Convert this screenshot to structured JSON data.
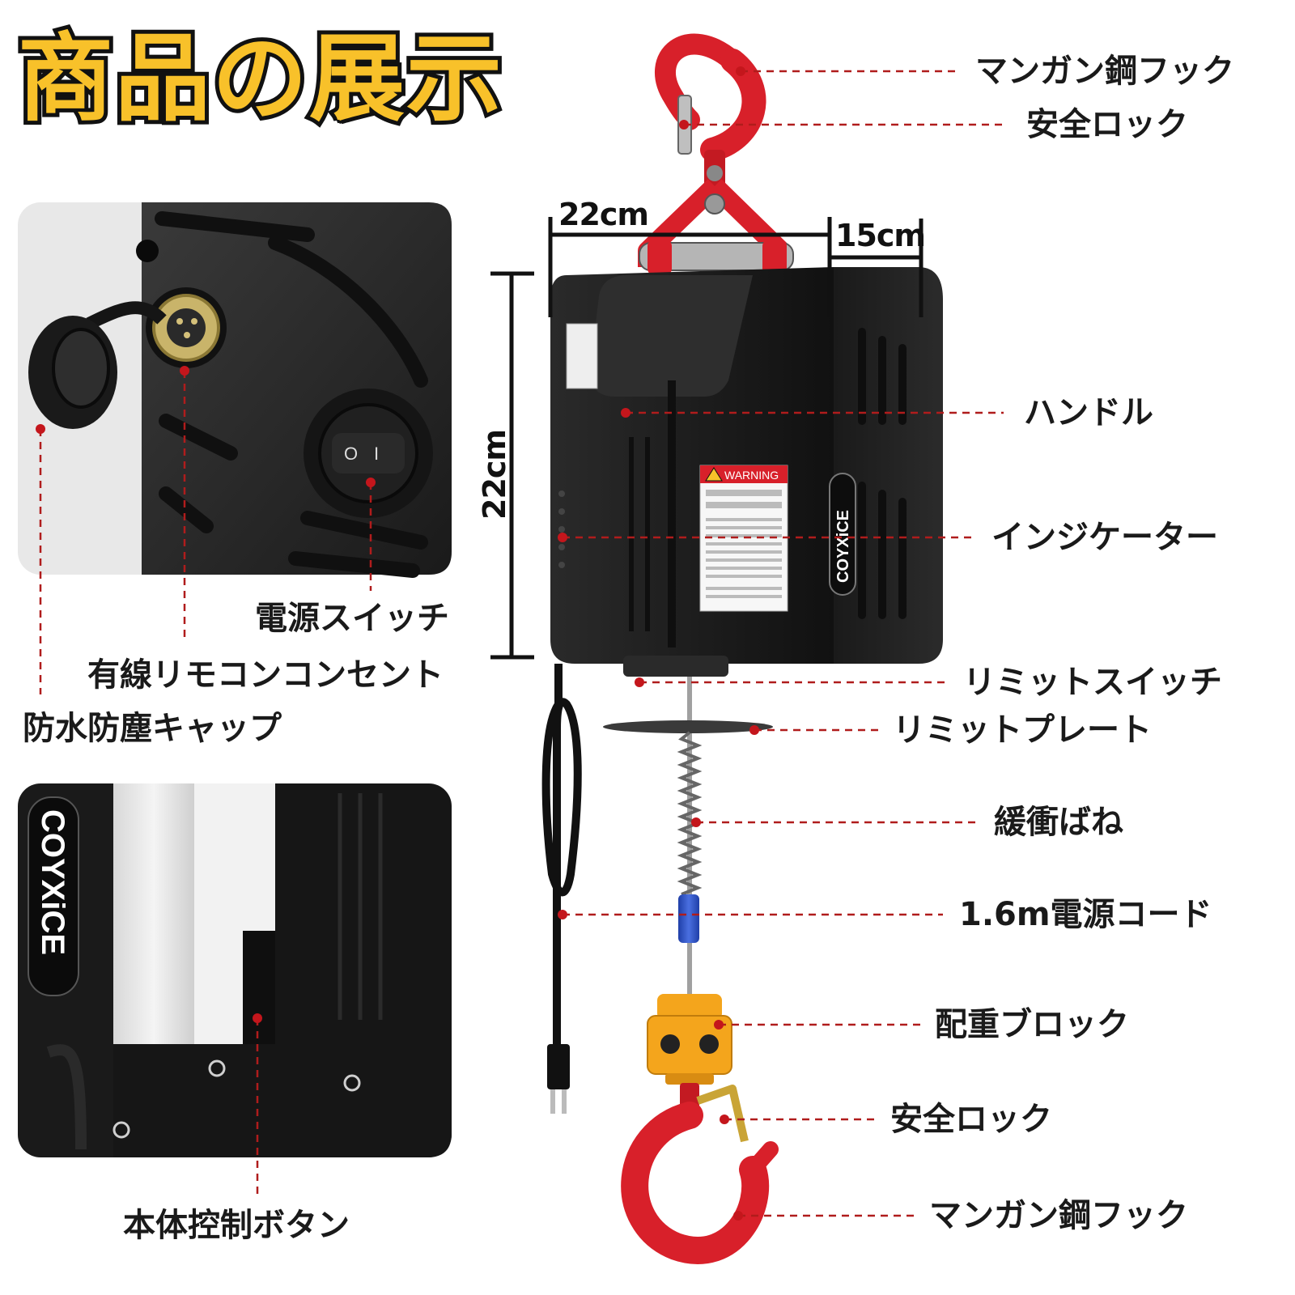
{
  "title": "商品の展示",
  "brand": "COYXiCE",
  "dimensions": {
    "width": "22cm",
    "depth": "15cm",
    "height": "22cm"
  },
  "labels": {
    "top_hook": "マンガン鋼フック",
    "top_lock": "安全ロック",
    "handle": "ハンドル",
    "indicator": "インジケーター",
    "limit_switch": "リミットスイッチ",
    "limit_plate": "リミットプレート",
    "buffer_spring": "緩衝ばね",
    "power_cord": "1.6m電源コード",
    "counterweight": "配重ブロック",
    "bottom_lock": "安全ロック",
    "bottom_hook": "マンガン鋼フック",
    "power_switch": "電源スイッチ",
    "remote_socket": "有線リモコンコンセント",
    "dust_cap": "防水防塵キャップ",
    "body_button": "本体控制ボタン"
  },
  "warning_label": {
    "header": "WARNING"
  },
  "switch_marks": {
    "off": "O",
    "on": "I"
  },
  "colors": {
    "accent_red": "#d8202a",
    "title_yellow": "#f8c12a",
    "body_black": "#1e1e1e",
    "leader_red": "#b01c1c",
    "block_orange": "#f4a51c"
  }
}
